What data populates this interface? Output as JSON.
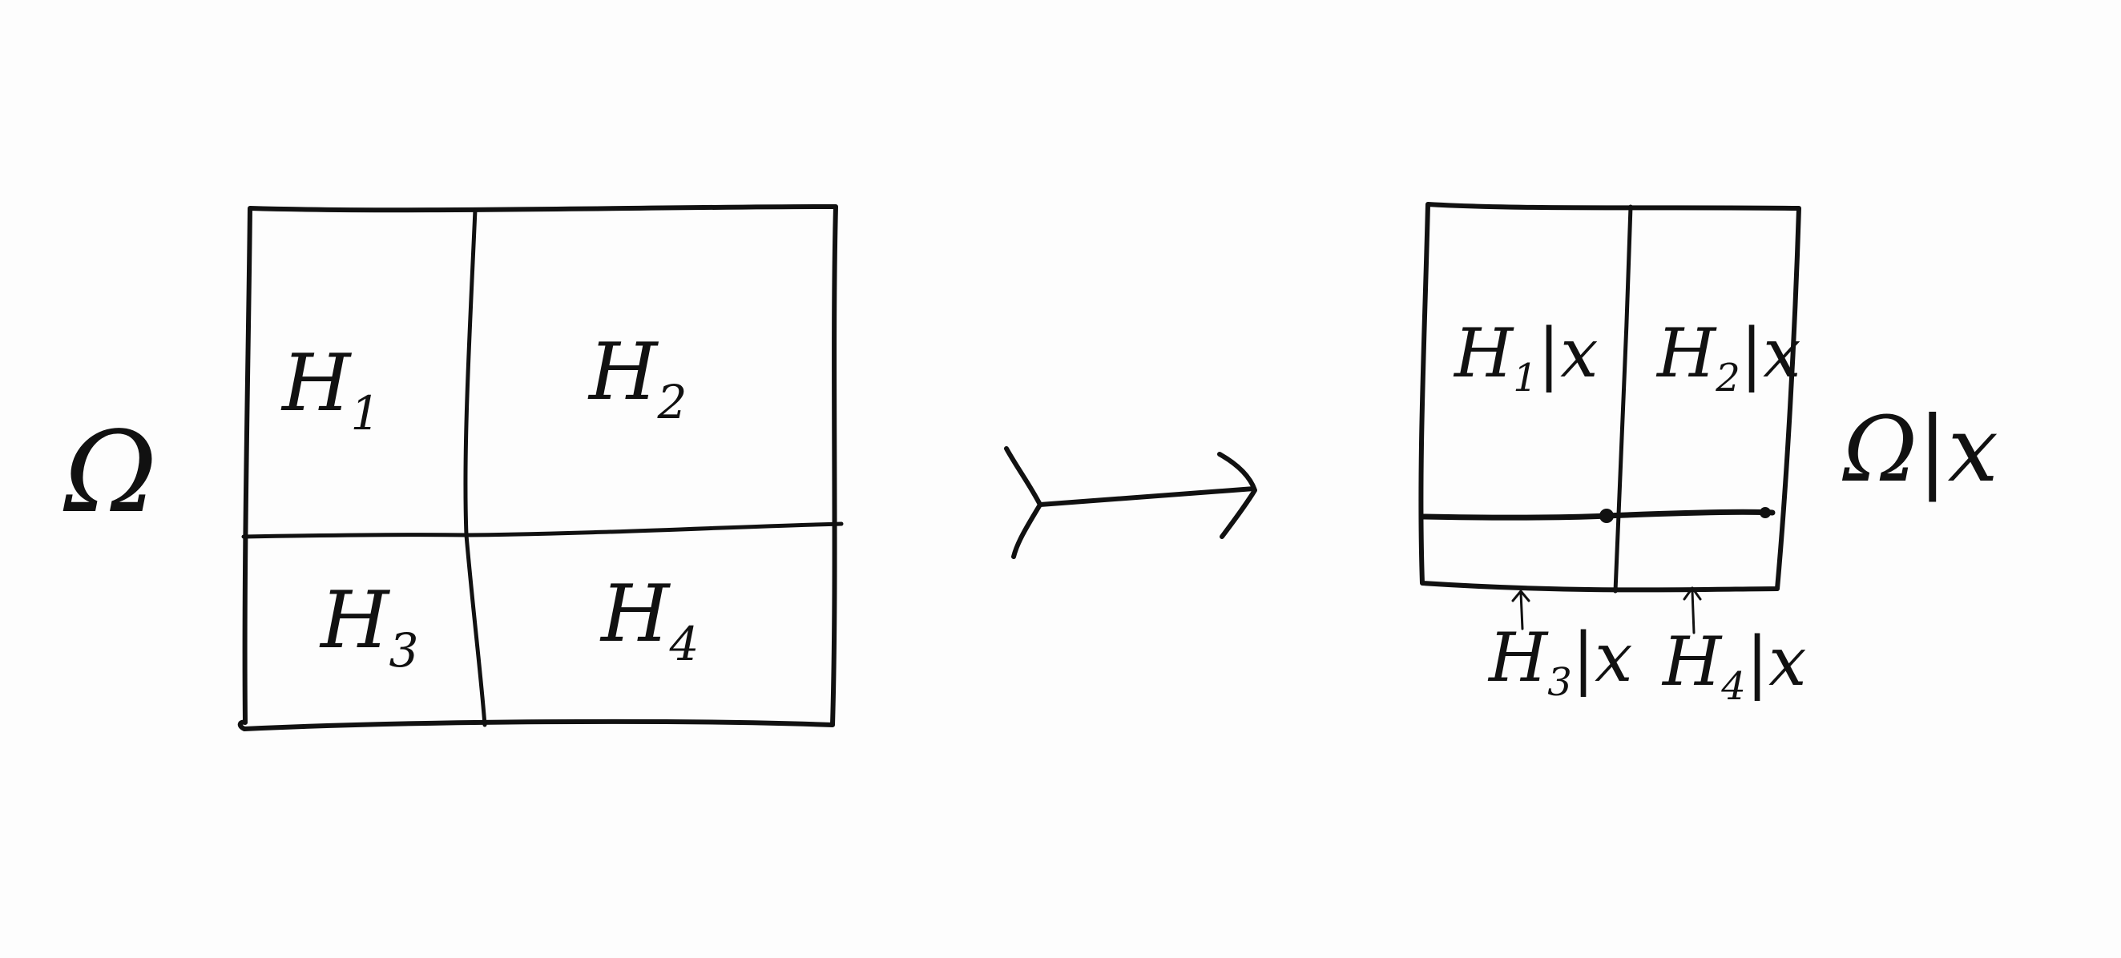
{
  "left": {
    "set_label": "Ω",
    "cells": [
      {
        "label": "H",
        "index": "1"
      },
      {
        "label": "H",
        "index": "2"
      },
      {
        "label": "H",
        "index": "3"
      },
      {
        "label": "H",
        "index": "4"
      }
    ]
  },
  "right": {
    "set_label": "Ω|x",
    "cells": [
      {
        "label": "H",
        "index": "1",
        "restriction": "|x"
      },
      {
        "label": "H",
        "index": "2",
        "restriction": "|x"
      },
      {
        "label": "H",
        "index": "3",
        "restriction": "|x"
      },
      {
        "label": "H",
        "index": "4",
        "restriction": "|x"
      }
    ]
  },
  "colors": {
    "ink": "#111111",
    "paper": "#fdfdfd"
  }
}
